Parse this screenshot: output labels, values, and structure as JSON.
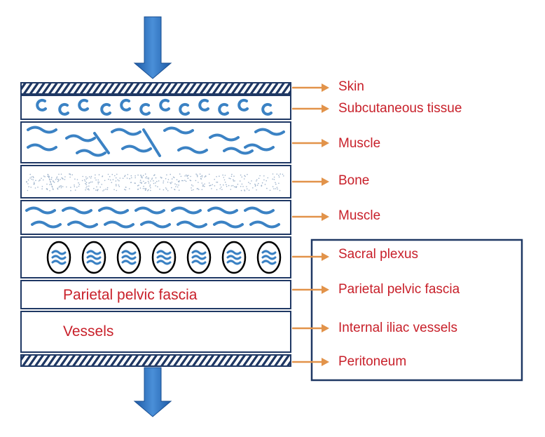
{
  "diagram": {
    "inner_labels": {
      "parietal_fascia": "Parietal pelvic fascia",
      "vessels": "Vessels"
    },
    "layer_labels": [
      "Skin",
      "Subcutaneous tissue",
      "Muscle",
      "Bone",
      "Muscle",
      "Sacral plexus",
      "Parietal pelvic fascia",
      "Internal iliac vessels",
      "Peritoneum"
    ],
    "colors": {
      "label_text": "#c8202a",
      "arrow_blue": "#2b6cb8",
      "fiber_blue": "#3b82c4",
      "pointer_orange": "#e2934a",
      "border_navy": "#1f3864"
    },
    "icons": [
      "down-arrow-icon",
      "right-arrow-icon"
    ]
  }
}
